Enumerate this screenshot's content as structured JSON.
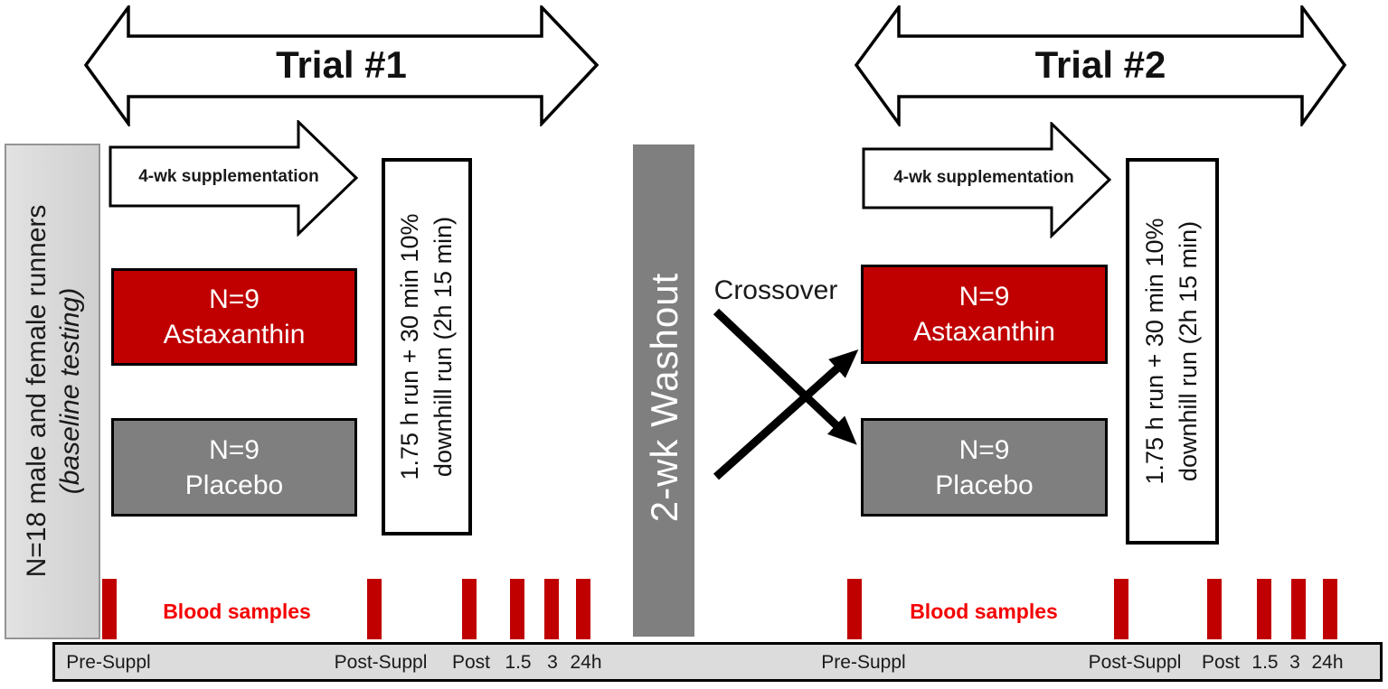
{
  "colors": {
    "astaxanthin_red": "#c00000",
    "placebo_gray": "#7f7f7f",
    "washout_gray": "#7f7f7f",
    "blood_tick_red": "#c00000",
    "blood_text_red": "#f40000",
    "baseline_bar_gray": "#d9d9d9",
    "timeline_bar_gray": "#dcdcdc"
  },
  "baseline_bar": {
    "line1": "N=18 male and female runners",
    "line2": "(baseline testing)"
  },
  "washout_bar": {
    "label": "2-wk Washout"
  },
  "crossover": {
    "label": "Crossover"
  },
  "trial1": {
    "title": "Trial #1",
    "supplementation_label": "4-wk supplementation",
    "astaxanthin_box": {
      "line1": "N=9",
      "line2": "Astaxanthin"
    },
    "placebo_box": {
      "line1": "N=9",
      "line2": "Placebo"
    },
    "run_box": {
      "line1": "1.75 h run + 30 min 10%",
      "line2": "downhill run (2h 15 min)"
    },
    "blood_samples_label": "Blood samples",
    "timeline_labels": [
      "Pre-Suppl",
      "Post-Suppl",
      "Post",
      "1.5",
      "3",
      "24h"
    ]
  },
  "trial2": {
    "title": "Trial #2",
    "supplementation_label": "4-wk supplementation",
    "astaxanthin_box": {
      "line1": "N=9",
      "line2": "Astaxanthin"
    },
    "placebo_box": {
      "line1": "N=9",
      "line2": "Placebo"
    },
    "run_box": {
      "line1": "1.75 h run + 30 min 10%",
      "line2": "downhill run (2h 15 min)"
    },
    "blood_samples_label": "Blood samples",
    "timeline_labels": [
      "Pre-Suppl",
      "Post-Suppl",
      "Post",
      "1.5",
      "3",
      "24h"
    ]
  }
}
